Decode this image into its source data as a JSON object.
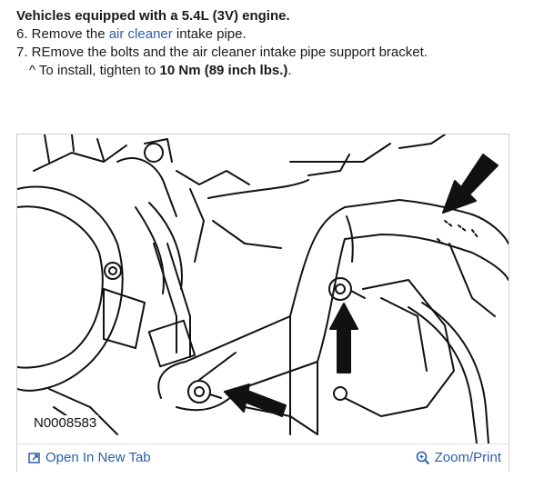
{
  "instructions": {
    "heading": "Vehicles equipped with a 5.4L (3V) engine.",
    "step6": {
      "prefix": "6. Remove the ",
      "link": "air cleaner",
      "suffix": " intake pipe."
    },
    "step7": "7. REmove the bolts and the air cleaner intake pipe support bracket.",
    "note": {
      "prefix": "^  To install, tighten to ",
      "torque": "10 Nm (89 inch lbs.)",
      "suffix": "."
    }
  },
  "figure": {
    "id": "N0008583",
    "open_tab_label": "Open In New Tab",
    "zoom_label": "Zoom/Print",
    "icons": [
      "open-new-tab-icon",
      "zoom-icon"
    ]
  },
  "colors": {
    "link": "#2b5ea8",
    "text": "#1a1a1a",
    "border": "#cfcfcf"
  }
}
